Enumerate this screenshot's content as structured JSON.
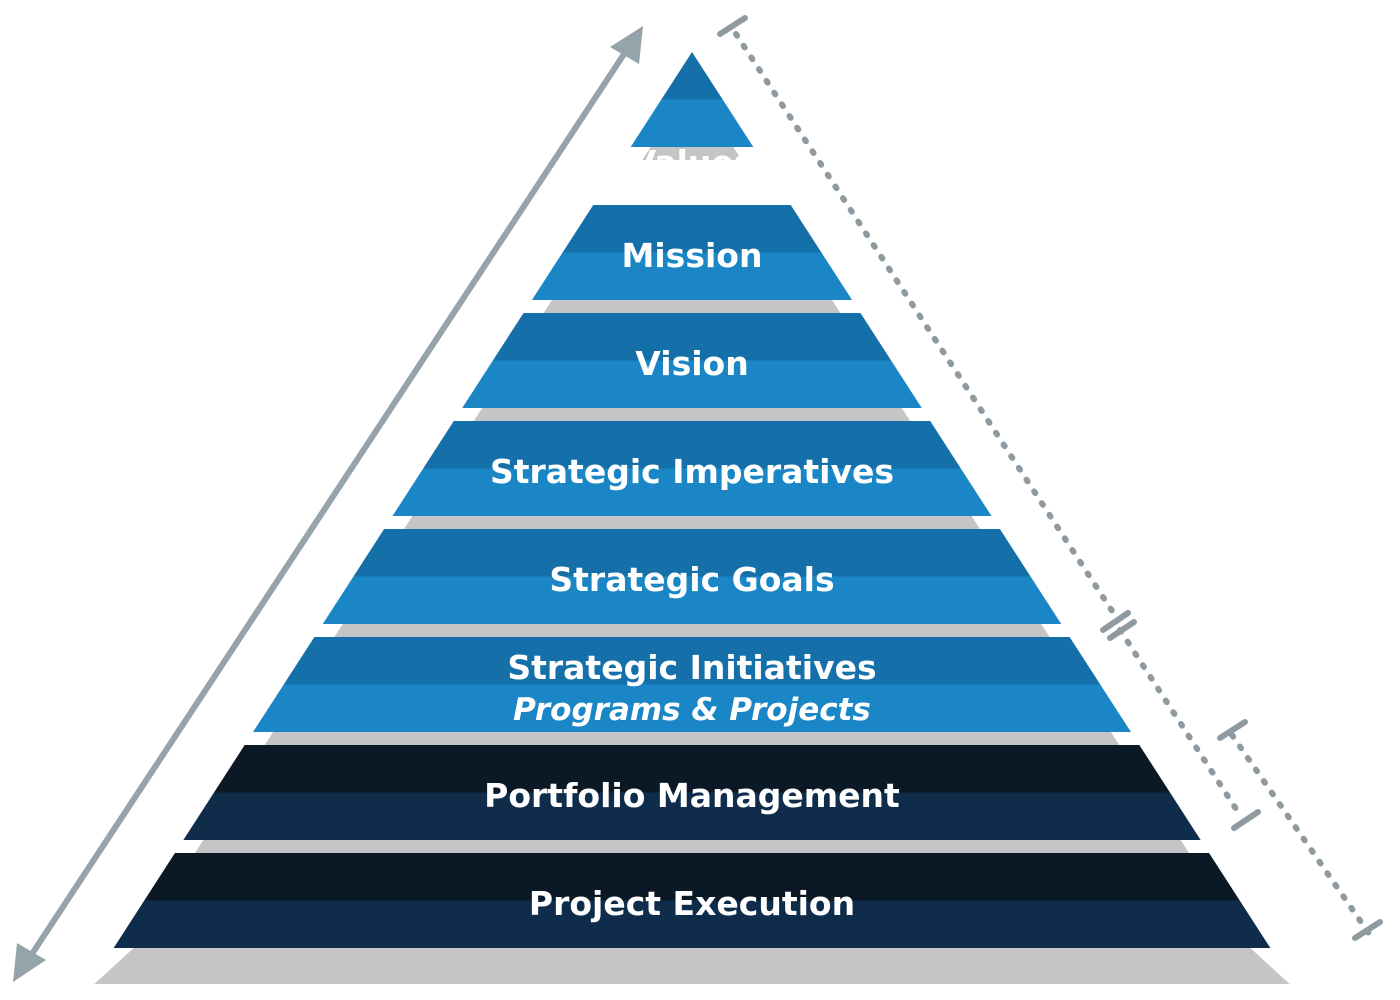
{
  "pyramid": {
    "tiers": [
      {
        "label": "Values",
        "sublabel": "",
        "group": "strategy"
      },
      {
        "label": "Mission",
        "sublabel": "",
        "group": "strategy"
      },
      {
        "label": "Vision",
        "sublabel": "",
        "group": "strategy"
      },
      {
        "label": "Strategic Imperatives",
        "sublabel": "",
        "group": "strategy"
      },
      {
        "label": "Strategic Goals",
        "sublabel": "",
        "group": "strategy"
      },
      {
        "label": "Strategic Initiatives",
        "sublabel": "Programs & Projects",
        "group": "strategy"
      },
      {
        "label": "Portfolio Management",
        "sublabel": "",
        "group": "execution"
      },
      {
        "label": "Project Execution",
        "sublabel": "",
        "group": "execution"
      }
    ]
  },
  "colors": {
    "strategy_light": "#1a86c6",
    "strategy_dark": "#1570aa",
    "execution_light": "#0f2c4b",
    "execution_dark": "#0b1826",
    "separator": "#c4c5c7",
    "arrow": "#95a4ab",
    "bracket": "#8e9aa0"
  }
}
